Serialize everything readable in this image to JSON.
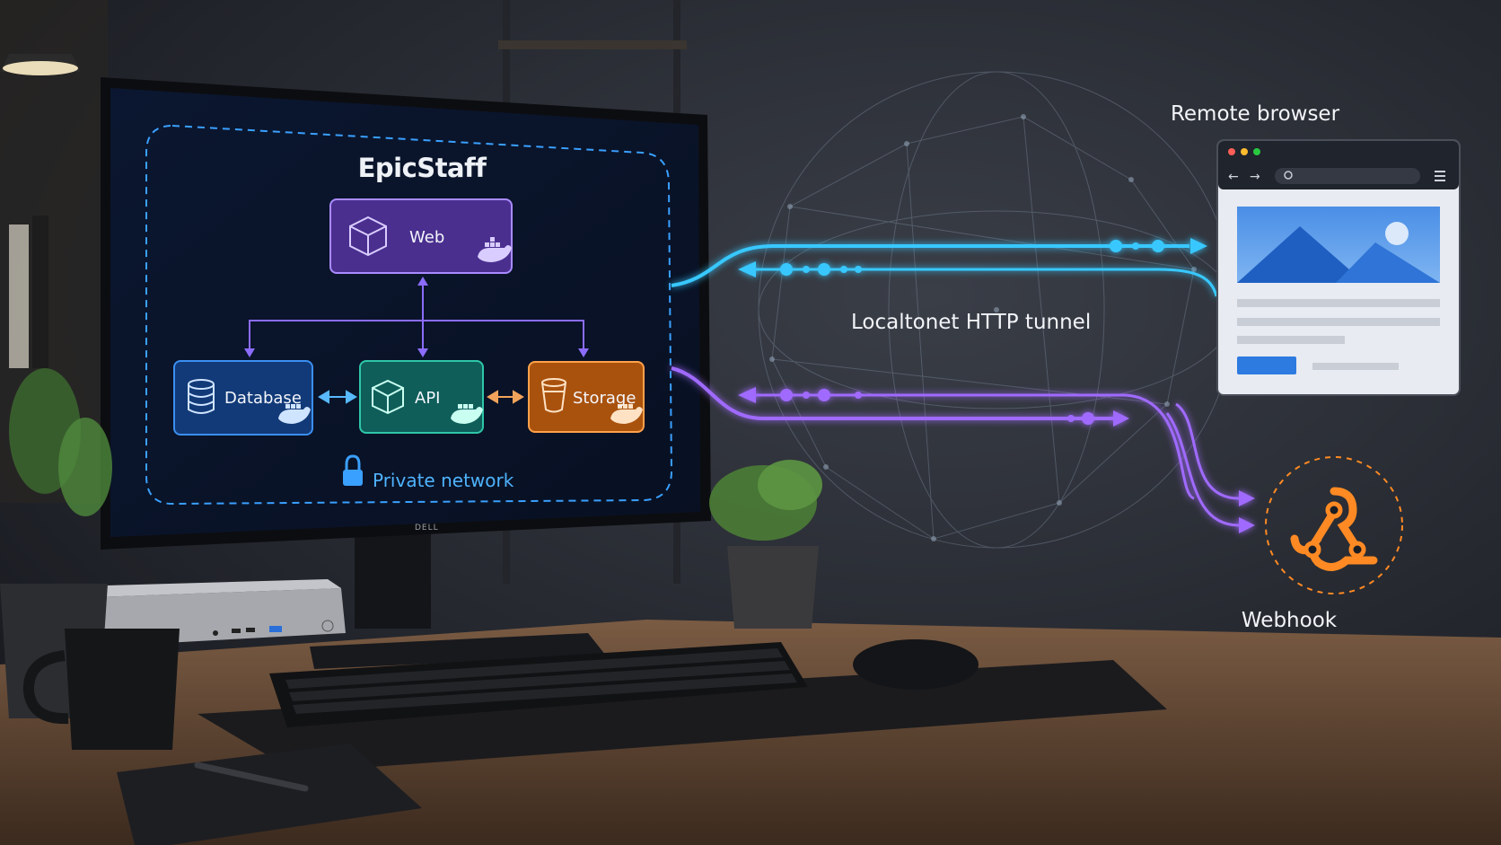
{
  "diagram": {
    "title": "EpicStaff",
    "monitor_brand": "DELL",
    "nodes": {
      "web": {
        "label": "Web",
        "icon": "cube-icon",
        "badge": "docker-whale-icon",
        "color": "#6a3fc7"
      },
      "database": {
        "label": "Database",
        "icon": "database-icon",
        "badge": "docker-whale-icon",
        "color": "#1560b8"
      },
      "api": {
        "label": "API",
        "icon": "cube-icon",
        "badge": "docker-whale-icon",
        "color": "#14907f"
      },
      "storage": {
        "label": "Storage",
        "icon": "bucket-icon",
        "badge": "docker-whale-icon",
        "color": "#e07a16"
      }
    },
    "private_network": {
      "label": "Private network",
      "icon": "lock-icon",
      "color": "#3aa0ff"
    },
    "tunnel": {
      "label": "Localtonet HTTP tunnel",
      "colors": [
        "#38c8ff",
        "#a06bff"
      ]
    },
    "remote_browser": {
      "label": "Remote browser",
      "icon": "browser-window-icon"
    },
    "webhook": {
      "label": "Webhook",
      "icon": "webhook-icon",
      "color": "#ff8a24"
    }
  }
}
